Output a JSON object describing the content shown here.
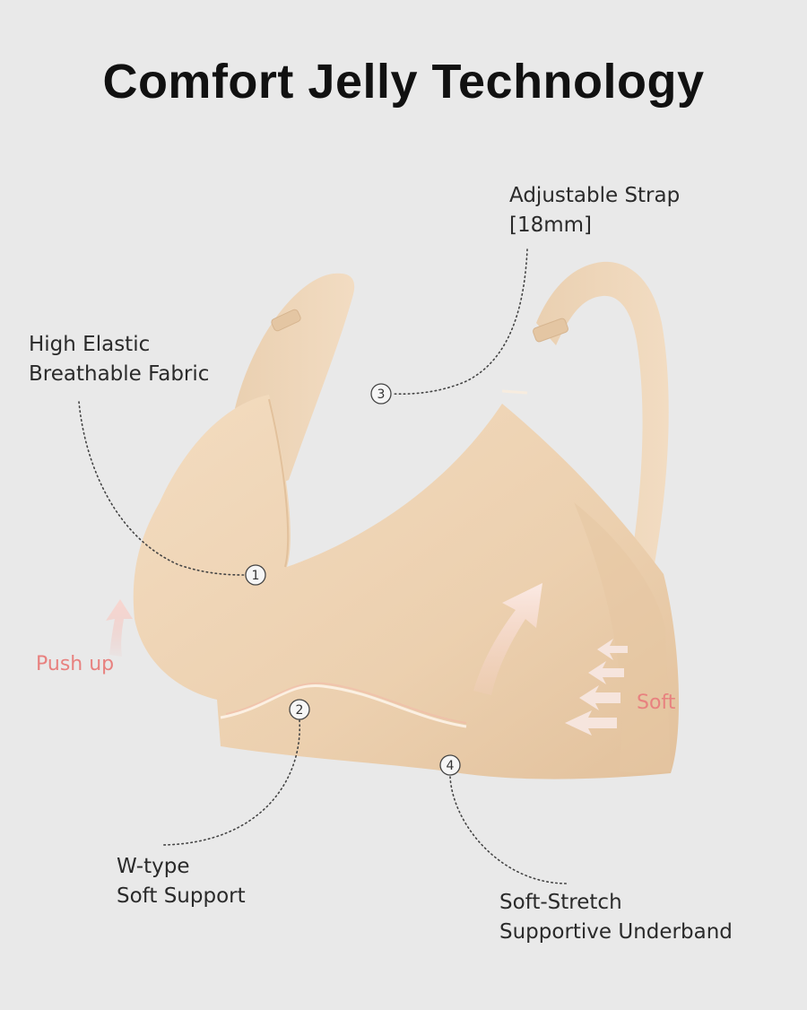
{
  "title": "Comfort Jelly Technology",
  "callouts": {
    "fabric": {
      "number": "1",
      "line1": "High Elastic",
      "line2": "Breathable Fabric"
    },
    "support": {
      "number": "2",
      "line1": "W-type",
      "line2": "Soft Support"
    },
    "strap": {
      "number": "3",
      "line1": "Adjustable Strap",
      "line2": "[18mm]"
    },
    "underband": {
      "number": "4",
      "line1": "Soft-Stretch",
      "line2": "Supportive Underband"
    }
  },
  "effects": {
    "push_up": "Push up",
    "soft": "Soft"
  },
  "colors": {
    "background": "#e9e9e9",
    "product": "#f0d3b3",
    "accent": "#e8817f"
  }
}
